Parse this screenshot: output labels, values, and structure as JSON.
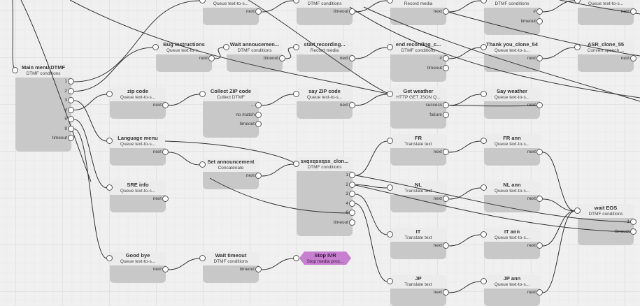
{
  "colors": {
    "node_header": "#ececec",
    "node_body": "#c8c8c8",
    "stop_node": "#c77fd0",
    "wire": "#333333",
    "background": "#f0f0f0"
  },
  "nodes": [
    {
      "id": "top1",
      "title": "",
      "subtitle": "Queue text-to-s...",
      "outputs": [
        "next"
      ]
    },
    {
      "id": "top2",
      "title": "",
      "subtitle": "DTMF conditions",
      "outputs": [
        "timeout"
      ]
    },
    {
      "id": "top3",
      "title": "",
      "subtitle": "Record media",
      "outputs": [
        "next"
      ]
    },
    {
      "id": "top4",
      "title": "",
      "subtitle": "DTMF conditions",
      "outputs": [
        "#",
        "timeout"
      ]
    },
    {
      "id": "top5",
      "title": "",
      "subtitle": "Queue text-to-s...",
      "outputs": [
        "next"
      ]
    },
    {
      "id": "main",
      "title": "Main menu DTMF",
      "subtitle": "DTMF conditions",
      "outputs": [
        "1",
        "2",
        "3",
        "4",
        "5",
        "9",
        "timeout"
      ]
    },
    {
      "id": "bug",
      "title": "Bug instructions",
      "subtitle": "Queue text-to-s...",
      "outputs": [
        "next"
      ]
    },
    {
      "id": "waitann",
      "title": "Wait annoucemen...",
      "subtitle": "DTMF conditions",
      "outputs": [
        "timeout"
      ]
    },
    {
      "id": "startrec",
      "title": "start recording...",
      "subtitle": "Record media",
      "outputs": [
        "next"
      ]
    },
    {
      "id": "endrec",
      "title": "end recording_c...",
      "subtitle": "DTMF conditions",
      "outputs": [
        "#",
        "timeout"
      ]
    },
    {
      "id": "thanks",
      "title": "Thank you_clone_54",
      "subtitle": "Queue text-to-s...",
      "outputs": [
        "next"
      ]
    },
    {
      "id": "asr",
      "title": "ASR_clone_55",
      "subtitle": "Convert speech ...",
      "outputs": [
        "next"
      ]
    },
    {
      "id": "zip",
      "title": "zip code",
      "subtitle": "Queue text-to-s...",
      "outputs": [
        "next"
      ]
    },
    {
      "id": "collectzip",
      "title": "Collect ZIP code",
      "subtitle": "Collect DTMF",
      "outputs": [
        "...",
        "no match",
        "timeout"
      ]
    },
    {
      "id": "sayzip",
      "title": "say ZIP code",
      "subtitle": "Queue text-to-s...",
      "outputs": [
        "next"
      ]
    },
    {
      "id": "getweather",
      "title": "Get weather",
      "subtitle": "HTTP GET JSON Q...",
      "outputs": [
        "success",
        "failure"
      ]
    },
    {
      "id": "sayweather",
      "title": "Say weather",
      "subtitle": "Queue text-to-s...",
      "outputs": [
        "next"
      ]
    },
    {
      "id": "lang",
      "title": "Language menu",
      "subtitle": "Queue text-to-s...",
      "outputs": [
        "next"
      ]
    },
    {
      "id": "setann",
      "title": "Set announcement",
      "subtitle": "Concatenate",
      "outputs": [
        "next"
      ]
    },
    {
      "id": "sxq",
      "title": "sxqxqsxqsx_clon...",
      "subtitle": "DTMF conditions",
      "outputs": [
        "1",
        "2",
        "3",
        "4",
        "9",
        "timeout"
      ]
    },
    {
      "id": "sre",
      "title": "SRE info",
      "subtitle": "Queue text-to-s...",
      "outputs": [
        "next"
      ]
    },
    {
      "id": "goodbye",
      "title": "Good bye",
      "subtitle": "Queue text-to-s...",
      "outputs": [
        "next"
      ]
    },
    {
      "id": "waittimeout",
      "title": "Wait timeout",
      "subtitle": "DTMF conditions",
      "outputs": [
        "timeout"
      ]
    },
    {
      "id": "stopivr",
      "title": "Stop IVR",
      "subtitle": "Stop media proc...",
      "outputs": []
    },
    {
      "id": "fr",
      "title": "FR",
      "subtitle": "Translate text",
      "outputs": [
        "next"
      ]
    },
    {
      "id": "frann",
      "title": "FR ann",
      "subtitle": "Queue text-to-s...",
      "outputs": [
        "next"
      ]
    },
    {
      "id": "nl",
      "title": "NL",
      "subtitle": "Translate text",
      "outputs": [
        "next"
      ]
    },
    {
      "id": "nlann",
      "title": "NL ann",
      "subtitle": "Queue text-to-s...",
      "outputs": [
        "next"
      ]
    },
    {
      "id": "it",
      "title": "IT",
      "subtitle": "Translate text",
      "outputs": [
        "next"
      ]
    },
    {
      "id": "itann",
      "title": "IT ann",
      "subtitle": "Queue text-to-s...",
      "outputs": [
        "next"
      ]
    },
    {
      "id": "jp",
      "title": "JP",
      "subtitle": "Translate text",
      "outputs": [
        "next"
      ]
    },
    {
      "id": "jpann",
      "title": "JP ann",
      "subtitle": "Queue text-to-s...",
      "outputs": [
        "next"
      ]
    },
    {
      "id": "waiteos",
      "title": "wait EOS",
      "subtitle": "DTMF conditions",
      "outputs": [
        "1",
        "timeout"
      ]
    }
  ],
  "edges": [
    [
      "main",
      "1",
      "top1"
    ],
    [
      "main",
      "2",
      "bug"
    ],
    [
      "main",
      "3",
      "lang"
    ],
    [
      "main",
      "4",
      "zip"
    ],
    [
      "main",
      "5",
      "sre"
    ],
    [
      "main",
      "9",
      "goodbye"
    ],
    [
      "top1",
      "next",
      "top2"
    ],
    [
      "top2",
      "timeout",
      "top3"
    ],
    [
      "top3",
      "next",
      "top4"
    ],
    [
      "top4",
      "#",
      "top5"
    ],
    [
      "bug",
      "next",
      "waitann"
    ],
    [
      "waitann",
      "timeout",
      "startrec"
    ],
    [
      "startrec",
      "next",
      "endrec"
    ],
    [
      "endrec",
      "#",
      "thanks"
    ],
    [
      "thanks",
      "next",
      "asr"
    ],
    [
      "zip",
      "next",
      "collectzip"
    ],
    [
      "collectzip",
      "...",
      "sayzip"
    ],
    [
      "sayzip",
      "next",
      "getweather"
    ],
    [
      "getweather",
      "success",
      "sayweather"
    ],
    [
      "lang",
      "next",
      "setann"
    ],
    [
      "setann",
      "next",
      "sxq"
    ],
    [
      "sxq",
      "1",
      "fr"
    ],
    [
      "sxq",
      "2",
      "nl"
    ],
    [
      "sxq",
      "3",
      "it"
    ],
    [
      "sxq",
      "4",
      "jp"
    ],
    [
      "fr",
      "next",
      "frann"
    ],
    [
      "nl",
      "next",
      "nlann"
    ],
    [
      "it",
      "next",
      "itann"
    ],
    [
      "jp",
      "next",
      "jpann"
    ],
    [
      "frann",
      "next",
      "waiteos"
    ],
    [
      "nlann",
      "next",
      "waiteos"
    ],
    [
      "itann",
      "next",
      "waiteos"
    ],
    [
      "jpann",
      "next",
      "waiteos"
    ],
    [
      "goodbye",
      "next",
      "waittimeout"
    ],
    [
      "waittimeout",
      "timeout",
      "stopivr"
    ]
  ]
}
